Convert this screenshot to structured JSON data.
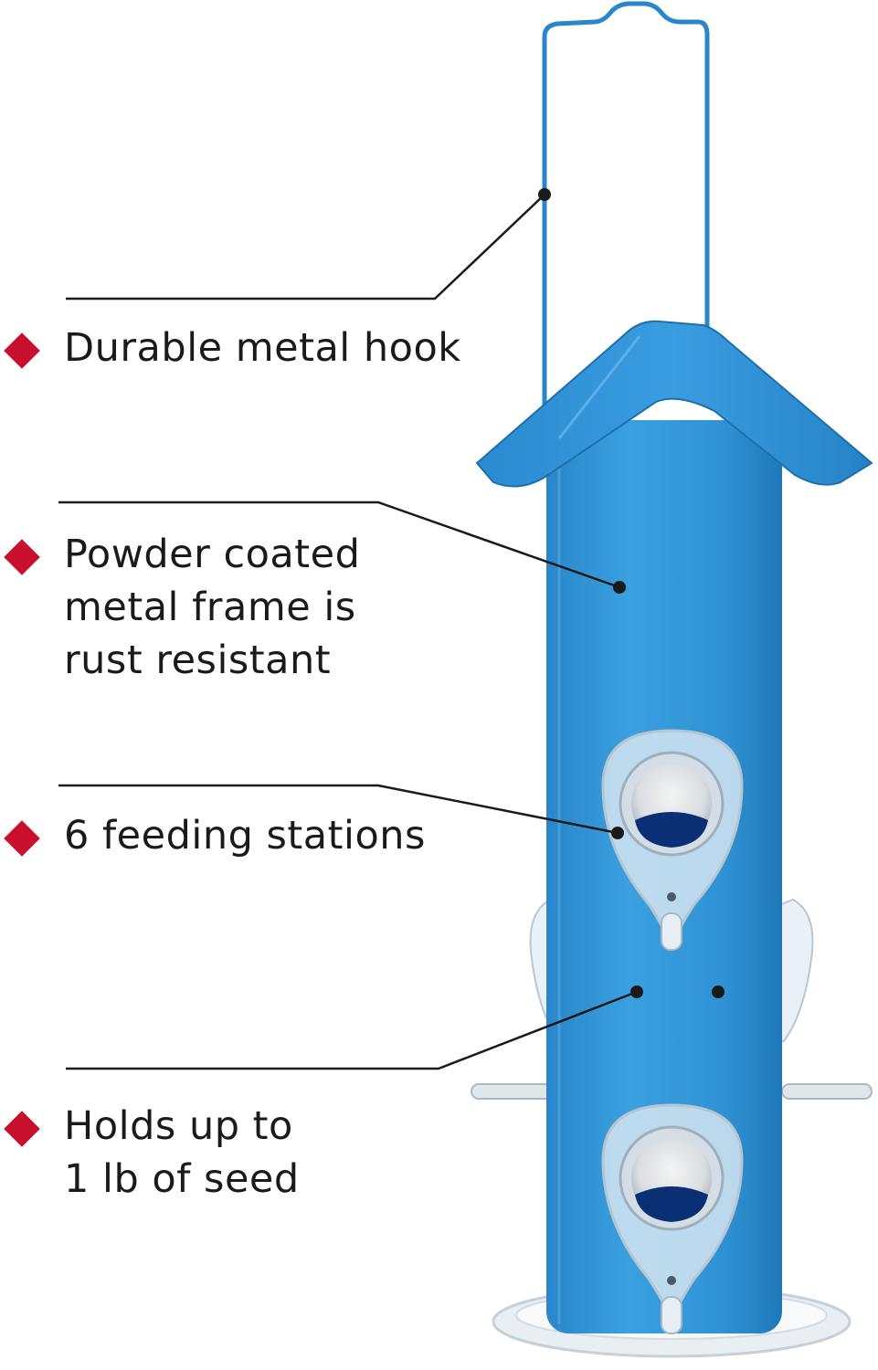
{
  "colors": {
    "accent_diamond": "#c8102e",
    "feeder_blue": "#2f92d4",
    "feeder_blue_dark": "#1f78b8",
    "roof_blue": "#2a8ad0",
    "callout_line": "#1a1a1a",
    "text": "#1a1a1a",
    "port_dark": "#0b2f74"
  },
  "features": [
    {
      "icon": "red-diamond-bullet",
      "label": "Durable metal hook"
    },
    {
      "icon": "red-diamond-bullet",
      "label": "Powder coated\nmetal frame is\nrust resistant"
    },
    {
      "icon": "red-diamond-bullet",
      "label": "6 feeding stations"
    },
    {
      "icon": "red-diamond-bullet",
      "label": "Holds up to\n1 lb of seed"
    }
  ]
}
